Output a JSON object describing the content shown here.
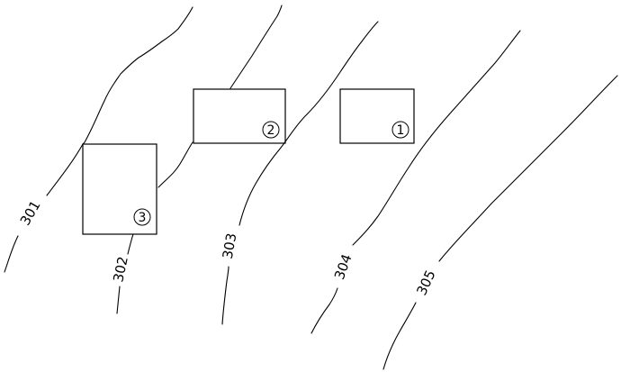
{
  "contours": [
    {
      "id": "c301",
      "label": "301"
    },
    {
      "id": "c302",
      "label": "302"
    },
    {
      "id": "c303",
      "label": "303"
    },
    {
      "id": "c304",
      "label": "304"
    },
    {
      "id": "c305",
      "label": "305"
    }
  ],
  "plots": [
    {
      "id": "p1",
      "marker": "1"
    },
    {
      "id": "p2",
      "marker": "2"
    },
    {
      "id": "p3",
      "marker": "3"
    }
  ]
}
